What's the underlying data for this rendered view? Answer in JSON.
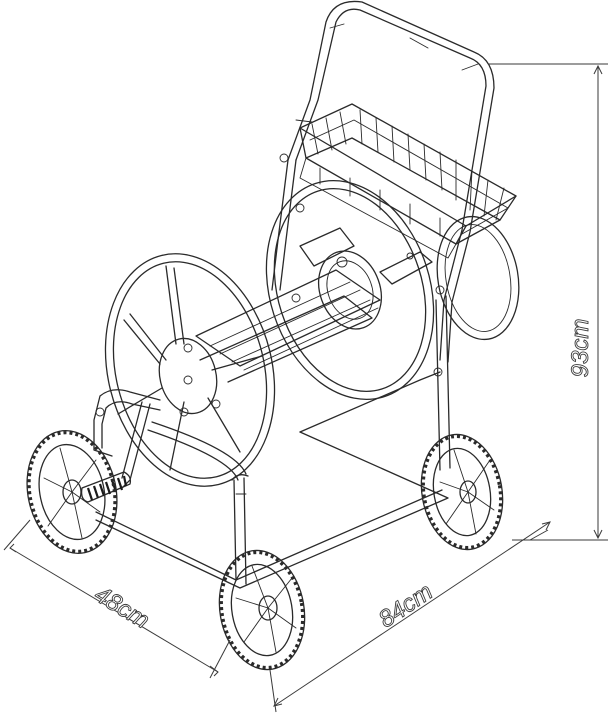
{
  "dimensions": {
    "height": "93cm",
    "depth": "48cm",
    "width": "84cm"
  },
  "colors": {
    "line": "#2a2a2a",
    "background": "#ffffff"
  }
}
